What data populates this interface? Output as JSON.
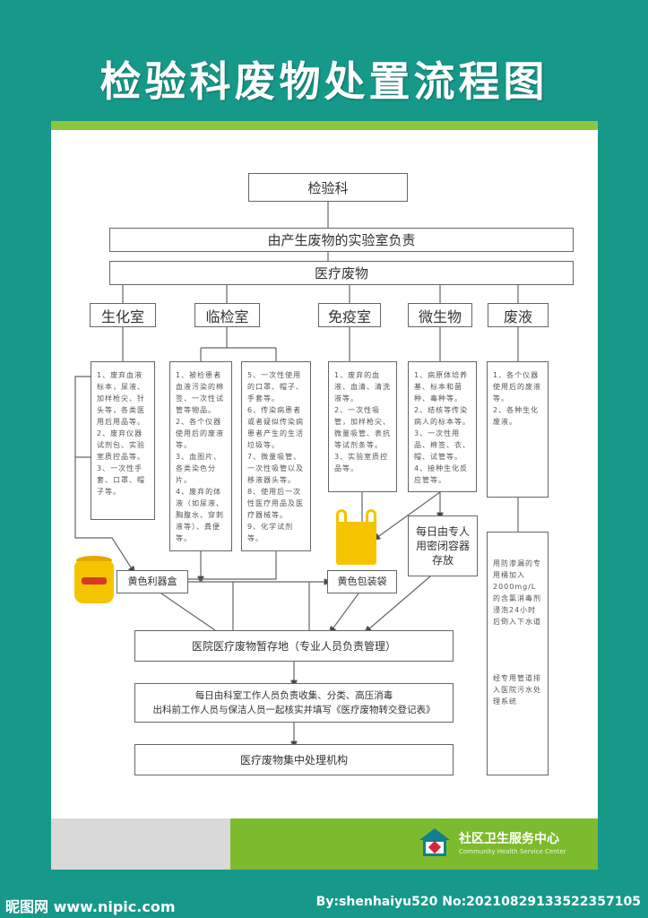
{
  "title": "检验科废物处置流程图",
  "top": "检验科",
  "responsible": "由产生废物的实验室负责",
  "waste": "医疗废物",
  "categories": [
    "生化室",
    "临检室",
    "免疫室",
    "微生物",
    "废液"
  ],
  "details": {
    "biochem": "1、废弃血液标本，尿液、加样枪尖、针头等，各类医用后用品等。\n2、废弃仪器试剂包、实验室质控品等。\n3、一次性手套、口罩、帽子等。",
    "clinical1": "1、被检患者血液污染的棉签、一次性试管等物品。\n2、各个仪器使用后的废液等。\n3、血图片、各类染色分片。\n4、废弃的体液（如尿液、胸腹水、穿刺液等）、粪便等。",
    "clinical2": "5、一次性使用的口罩、帽子、手套等。\n6、传染病患者或者疑似传染病患者产生的生活垃圾等。\n7、微量吸管、一次性吸管以及移液器头等。\n8、使用后一次性医疗用品及医疗器械等。\n9、化学试剂等。",
    "immuno": "1、废弃的血液、血清、清洗液等。\n2、一次性吸管，加样枪尖、微量吸管、表抗等试剂条等。\n3、实验室质控品等。",
    "micro": "1、病原体培养基、标本和菌种、毒种等。\n2、结核等传染病人的标本等。\n3、一次性用品、棉签、衣、帽、试管等。\n4、接种生化反应管等。",
    "liquid": "1、各个仪器使用后的废液等。\n2、各种生化废液。",
    "liquid2a": "用防渗漏的专用桶加入2000mg/L的含氯消毒剂浸泡24小时后倒入下水道",
    "liquid2b": "经专用管道排入医院污水处理系统"
  },
  "sealed": "每日由专人用密闭容器存放",
  "sharps_box": "黄色利器盒",
  "yellow_bag": "黄色包装袋",
  "storage": "医院医疗废物暂存地（专业人员负责管理）",
  "collect_line1": "每日由科室工作人员负责收集、分类、高压消毒",
  "collect_line2": "出科前工作人员与保洁人员一起核实并填写《医疗废物转交登记表》",
  "final": "医疗废物集中处理机构",
  "footer": {
    "org_cn": "社区卫生服务中心",
    "org_en": "Community Health Service Center"
  },
  "watermark": {
    "left": "昵图网 www.nipic.com",
    "right": "By:shenhaiyu520 No:20210829133522357105"
  },
  "colors": {
    "background": "#17998a",
    "accent_green": "#8cc63f",
    "container_yellow": "#f5c400"
  }
}
